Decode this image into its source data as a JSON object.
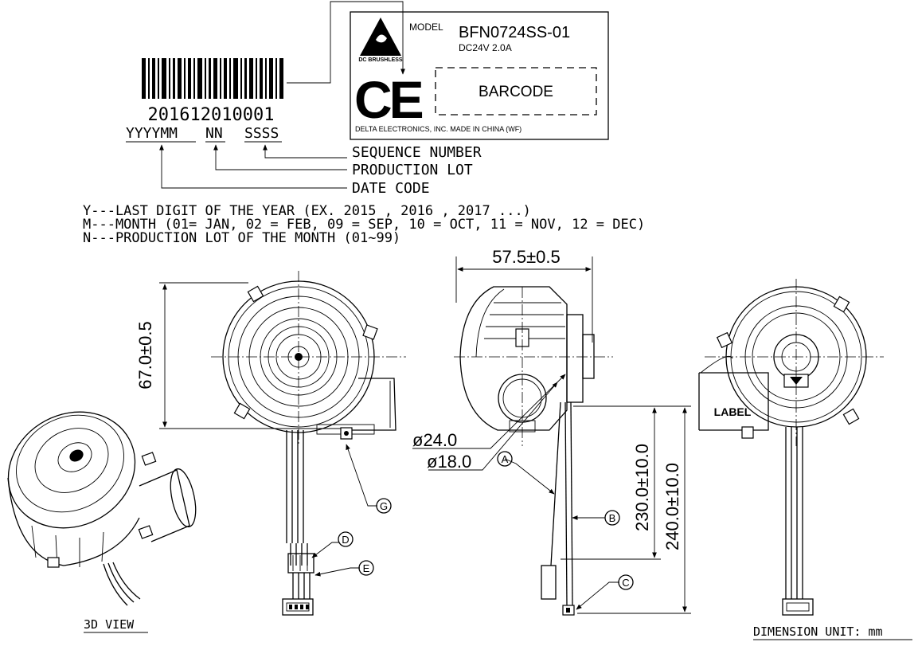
{
  "label": {
    "model_prefix": "MODEL",
    "model_number": "BFN0724SS-01",
    "rating": "DC24V  2.0A",
    "logo_caption": "DC BRUSHLESS",
    "ce_mark": "CE",
    "barcode_box": "BARCODE",
    "footer": "DELTA ELECTRONICS, INC. MADE IN CHINA (WF)"
  },
  "barcode_legend": {
    "sample_number": "201612010001",
    "format": [
      "YYYYMM",
      "NN",
      "SSSS"
    ],
    "callouts": [
      "SEQUENCE NUMBER",
      "PRODUCTION LOT",
      "DATE CODE"
    ]
  },
  "notes": [
    "Y---LAST DIGIT OF THE YEAR (EX. 2015 , 2016 , 2017 ...)",
    "M---MONTH (01= JAN, 02 = FEB, 09 = SEP, 10 = OCT, 11 = NOV, 12 = DEC)",
    "N---PRODUCTION LOT OF THE MONTH (01~99)"
  ],
  "dimensions": {
    "height": "67.0±0.5",
    "depth": "57.5±0.5",
    "dia_outer": "ø24.0",
    "dia_inner": "ø18.0",
    "lead_b": "230.0±10.0",
    "lead_total": "240.0±10.0"
  },
  "balloons": [
    "A",
    "B",
    "C",
    "D",
    "E",
    "G"
  ],
  "back_label": "LABEL",
  "view_3d": "3D VIEW",
  "unit_note": "DIMENSION UNIT: mm"
}
